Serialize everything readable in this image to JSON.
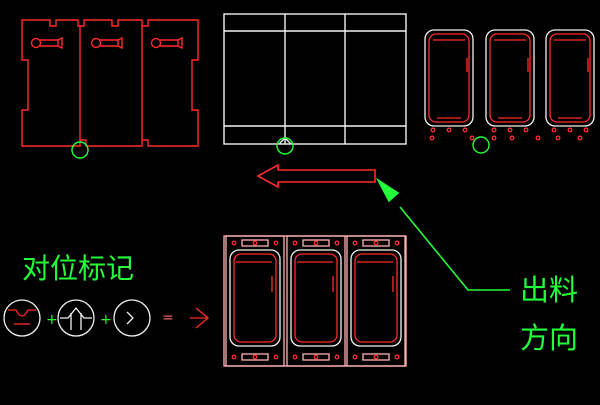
{
  "colors": {
    "background": "#000000",
    "die_red": "#ff2a2a",
    "die_white": "#f2f2f2",
    "die_pink": "#ffb3b3",
    "annotation_green": "#22ff3a"
  },
  "labels": {
    "alignment_mark": "对位标记",
    "feed_direction_line1": "出料",
    "feed_direction_line2": "方向"
  },
  "alignment_legend": {
    "operator_plus": "+",
    "operator_equals": "="
  }
}
